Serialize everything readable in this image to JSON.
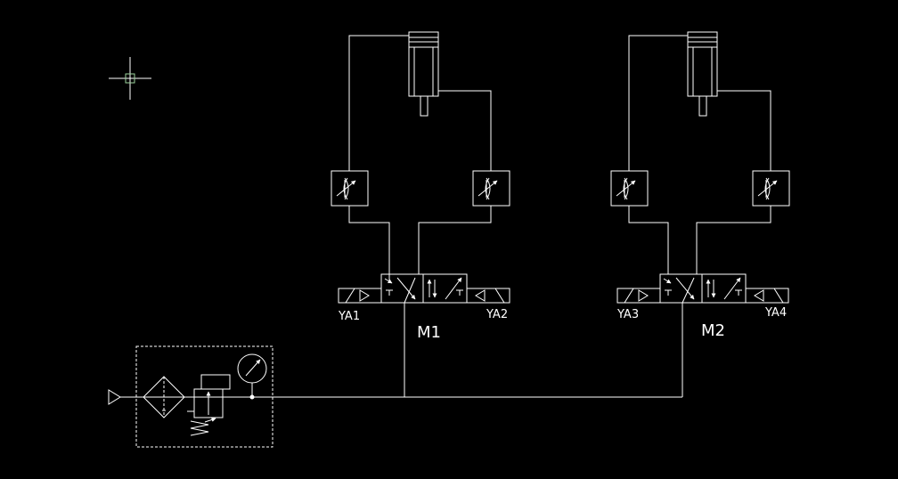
{
  "colors": {
    "background": "#000000",
    "line": "#ffffff",
    "cursor": "#9cd29c"
  },
  "labels": {
    "valve1": "M1",
    "valve2": "M2",
    "ya1": "YA1",
    "ya2": "YA2",
    "ya3": "YA3",
    "ya4": "YA4"
  },
  "icons": {
    "cursor": "crosshair-cursor-icon",
    "source": "air-source-icon",
    "filter": "filter-icon",
    "regulator": "pressure-regulator-icon",
    "gauge": "pressure-gauge-icon",
    "throttle": "one-way-throttle-valve-icon",
    "cylinder": "double-acting-cylinder-icon",
    "valve": "five-two-solenoid-valve-icon"
  }
}
